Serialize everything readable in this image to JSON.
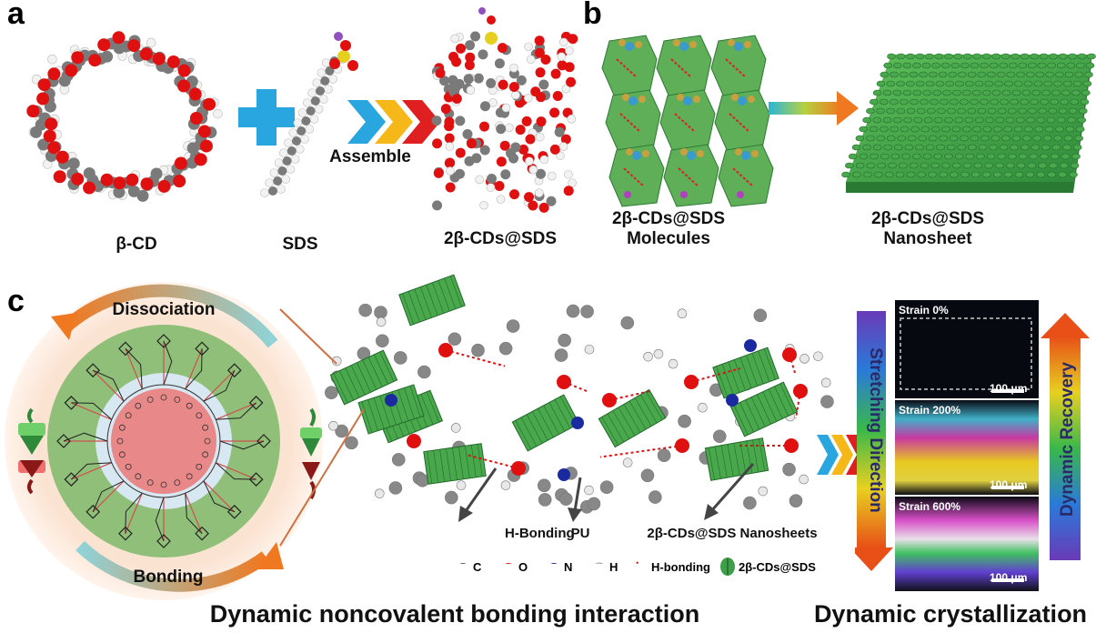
{
  "panels": {
    "a": {
      "letter": "a",
      "beta_cd_label": "β-CD",
      "sds_label": "SDS",
      "assemble_label": "Assemble",
      "product_label": "2β-CDs@SDS"
    },
    "b": {
      "letter": "b",
      "molecules_label_line1": "2β-CDs@SDS",
      "molecules_label_line2": "Molecules",
      "nanosheet_label_line1": "2β-CDs@SDS",
      "nanosheet_label_line2": "Nanosheet"
    },
    "c": {
      "letter": "c",
      "dissociation_label": "Dissociation",
      "bonding_label": "Bonding",
      "h_bonding_label": "H-Bonding",
      "pu_label": "PU",
      "nanosheets_label": "2β-CDs@SDS Nanosheets",
      "legend": {
        "c": "C",
        "o": "O",
        "n": "N",
        "h": "H",
        "hbond": "H-bonding",
        "cds": "2β-CDs@SDS"
      },
      "stretching_label": "Stretching Direction",
      "recovery_label": "Dynamic Recovery",
      "micrographs": [
        {
          "strain": "Strain 0%",
          "scale": "100 μm"
        },
        {
          "strain": "Strain 200%",
          "scale": "100 μm"
        },
        {
          "strain": "Strain 600%",
          "scale": "100 μm"
        }
      ],
      "caption_left": "Dynamic noncovalent bonding interaction",
      "caption_right": "Dynamic crystallization"
    }
  },
  "colors": {
    "oxygen": "#e01010",
    "carbon": "#7a7a7a",
    "hydrogen": "#f2f2f2",
    "nitrogen": "#1a2aa0",
    "sulfur": "#e5d020",
    "sheet_green": "#3f9e4a",
    "plus_blue": "#29a6e0",
    "chevron_blue": "#29a6e0",
    "chevron_yellow": "#f5b818",
    "chevron_red": "#e02020"
  }
}
